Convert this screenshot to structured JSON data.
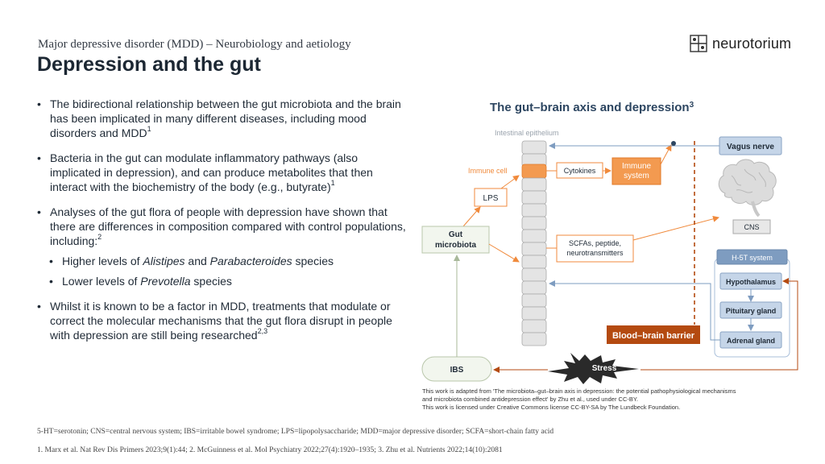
{
  "header": {
    "subtitle": "Major depressive disorder (MDD) – Neurobiology and aetiology",
    "title": "Depression and the gut",
    "logo_text": "neurotorium"
  },
  "bullets": {
    "b1": "The bidirectional relationship between the gut microbiota and the brain has been implicated in many different diseases, including mood disorders and MDD",
    "b1_ref": "1",
    "b2": "Bacteria in the gut can modulate inflammatory pathways (also implicated in depression), and can produce metabolites that then interact with the biochemistry of the body (e.g., butyrate)",
    "b2_ref": "1",
    "b3": "Analyses of the gut flora of people with depression have shown that there are differences in composition compared with control populations, including:",
    "b3_ref": "2",
    "s1_pre": "Higher levels of ",
    "s1_em1": "Alistipes",
    "s1_mid": " and ",
    "s1_em2": "Parabacteroides",
    "s1_post": " species",
    "s2_pre": "Lower levels of ",
    "s2_em": "Prevotella",
    "s2_post": " species",
    "b4": "Whilst it is known to be a factor in MDD, treatments that modulate or correct the molecular mechanisms that the gut flora disrupt in people with depression are still being researched",
    "b4_ref": "2,3"
  },
  "diagram": {
    "title": "The gut–brain axis and depression",
    "title_ref": "3",
    "epithelium_label": "Intestinal epithelium",
    "immune_cell_label": "Immune cell",
    "cytokines": "Cytokines",
    "immune_system_line1": "Immune",
    "immune_system_line2": "system",
    "vagus_nerve": "Vagus nerve",
    "lps": "LPS",
    "gut_microbiota_line1": "Gut",
    "gut_microbiota_line2": "microbiota",
    "scfa_line1": "SCFAs, peptide,",
    "scfa_line2": "neurotransmitters",
    "cns": "CNS",
    "ht_system": "H-5T system",
    "hypothalamus": "Hypothalamus",
    "pituitary": "Pituitary gland",
    "adrenal": "Adrenal gland",
    "bbb": "Blood–brain barrier",
    "ibs": "IBS",
    "stress": "Stress",
    "colors": {
      "orange": "#f08a3c",
      "blue_box": "#c5d5e8",
      "blue_line": "#7e9cc0",
      "dark_orange": "#b44a10",
      "green_box": "#f2f6ee"
    }
  },
  "credit": {
    "line1": "This work is adapted from 'The microbiota–gut–brain axis in depression: the potential pathophysiological mechanisms",
    "line2": "and microbiota combined antidepression effect' by Zhu et al., used under CC-BY.",
    "line3": "This work is licensed under Creative Commons license CC-BY-SA by The Lundbeck Foundation."
  },
  "footer": {
    "abbreviations": "5-HT=serotonin; CNS=central nervous system; IBS=irritable bowel syndrome; LPS=lipopolysaccharide; MDD=major depressive disorder; SCFA=short-chain fatty acid",
    "references": "1. Marx et al. Nat Rev Dis Primers 2023;9(1):44; 2. McGuinness et al. Mol Psychiatry 2022;27(4):1920–1935; 3. Zhu et al. Nutrients 2022;14(10):2081"
  }
}
